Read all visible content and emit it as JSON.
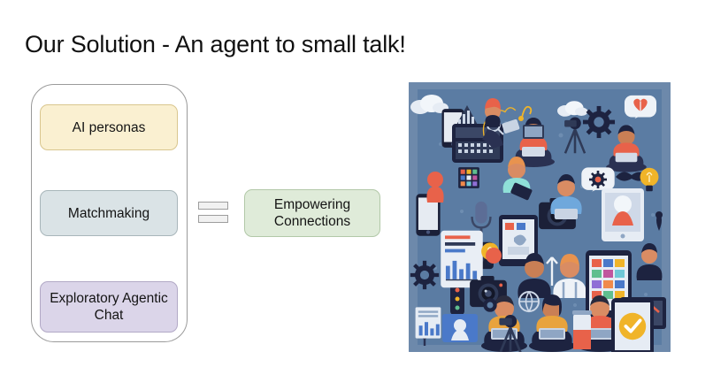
{
  "slide": {
    "title": "Our Solution - An agent to small talk!"
  },
  "diagram": {
    "group_label": "",
    "equals_symbol": "=",
    "inputs": [
      {
        "label": "AI personas",
        "fill": "#faf0d1",
        "border": "#d9c68e"
      },
      {
        "label": "Matchmaking",
        "fill": "#dae3e6",
        "border": "#a8b6ba"
      },
      {
        "label": "Exploratory Agentic Chat",
        "fill": "#dbd5e9",
        "border": "#b2a9c6"
      }
    ],
    "output": {
      "label_line1": "Empowering",
      "label_line2": "Connections",
      "fill": "#dfebd9",
      "border": "#b2c8a8"
    }
  },
  "illustration": {
    "alt": "collage illustration of people using laptops tablets cameras with tech icons",
    "background_color": "#5b7ca3",
    "motifs": [
      "person-with-laptop",
      "person-with-tablet",
      "camera",
      "microphone",
      "smartphone",
      "gear",
      "lightbulb",
      "speech-bubble-heart",
      "bar-chart",
      "telescope",
      "cloud",
      "checkmark-badge",
      "color-palette",
      "tripod",
      "globe"
    ]
  },
  "colors": {
    "page_background": "#ffffff",
    "title_text": "#111111",
    "container_border": "#9a9a9a",
    "equals_fill": "#f1f1f1",
    "equals_border": "#9d9d9d"
  }
}
